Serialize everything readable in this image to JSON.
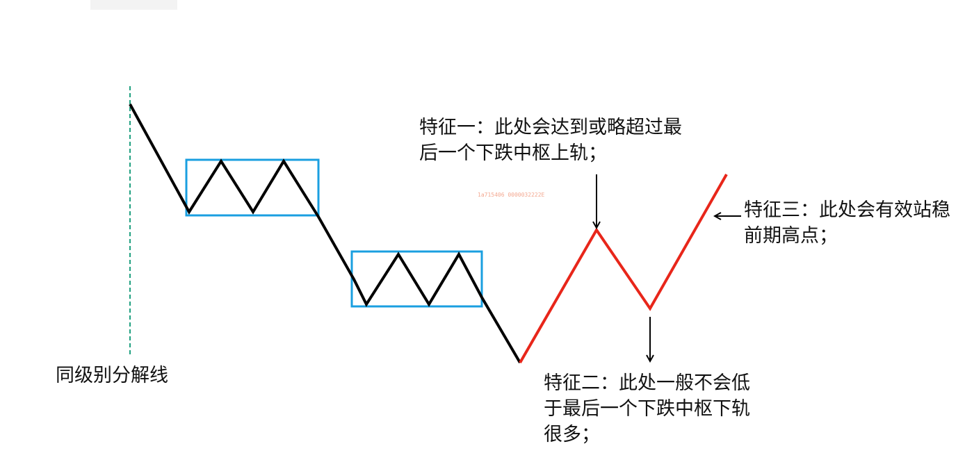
{
  "labels": {
    "divider": "同级别分解线",
    "feature1": [
      "特征一：此处会达到或略超过最",
      "后一个下跌中枢上轨；"
    ],
    "feature2": [
      "特征二：此处一般不会低",
      "于最后一个下跌中枢下轨",
      "很多；"
    ],
    "feature3": [
      "特征三：此处会有效站稳",
      "前期高点；"
    ],
    "watermark": "1a715406 0000032222E"
  },
  "colors": {
    "downtrend": "#000000",
    "rebound": "#e8261a",
    "zone_border": "#1a9fe0",
    "divider": "#20a080",
    "arrow": "#000000"
  },
  "structure": {
    "zones": [
      "pivot-zone-1",
      "pivot-zone-2"
    ],
    "arrows": [
      "feature1-arrow",
      "feature2-arrow",
      "feature3-arrow"
    ]
  }
}
